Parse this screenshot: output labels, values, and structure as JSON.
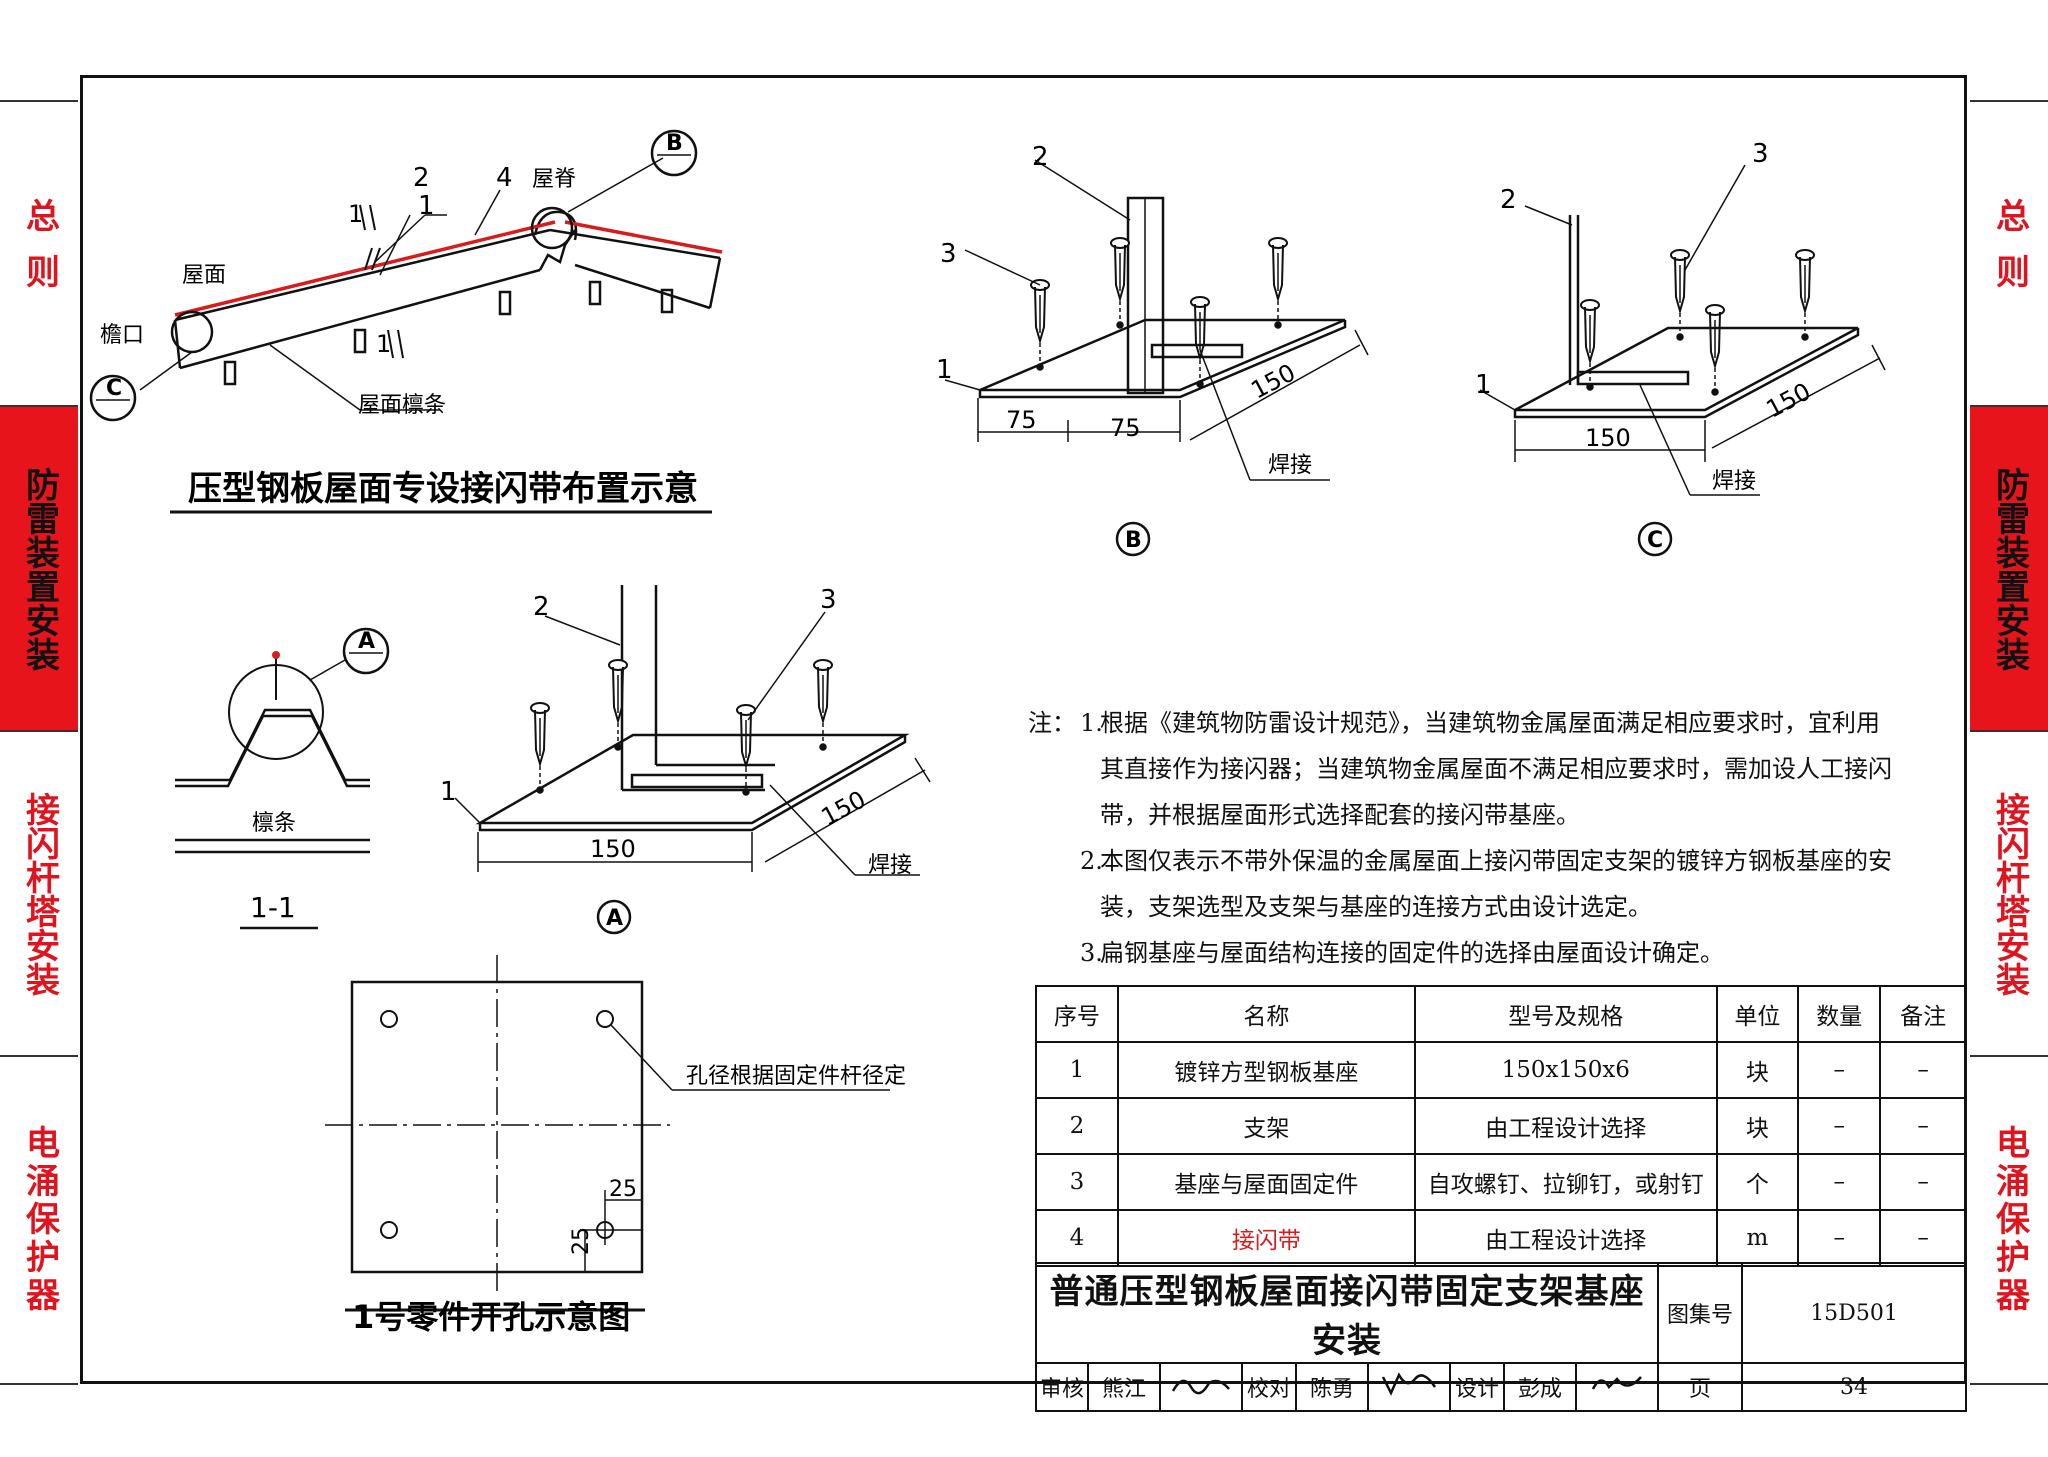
{
  "side_tabs": [
    {
      "label": "总则",
      "active": false
    },
    {
      "label": "防雷装置安装",
      "active": true
    },
    {
      "label": "接闪杆塔安装",
      "active": false
    },
    {
      "label": "电涌保护器",
      "active": false
    }
  ],
  "colors": {
    "accent_red": "#e8141c",
    "line": "#111111",
    "conductor_red": "#d81b1b"
  },
  "fig_roof": {
    "title": "压型钢板屋面专设接闪带布置示意",
    "labels": {
      "roof_surface": "屋面",
      "eave": "檐口",
      "ridge": "屋脊",
      "purlin": "屋面檩条",
      "n1": "1",
      "n2": "2",
      "n4": "4",
      "sec_top": "1",
      "sec_bottom": "1",
      "callout_b": "B",
      "callout_c": "C"
    }
  },
  "fig_b": {
    "caption": "B",
    "labels": {
      "n1": "1",
      "n2": "2",
      "n3": "3",
      "dim_a": "75",
      "dim_b": "75",
      "dim_c": "150",
      "weld": "焊接"
    }
  },
  "fig_c": {
    "caption": "C",
    "labels": {
      "n1": "1",
      "n2": "2",
      "n3": "3",
      "dim_a": "150",
      "dim_b": "150",
      "weld": "焊接"
    }
  },
  "fig_section": {
    "title": "1-1",
    "labels": {
      "purlin": "檩条",
      "callout_a": "A"
    }
  },
  "fig_a": {
    "caption": "A",
    "labels": {
      "n1": "1",
      "n2": "2",
      "n3": "3",
      "dim_a": "150",
      "dim_b": "150",
      "weld": "焊接"
    }
  },
  "fig_plate": {
    "title": "1号零件开孔示意图",
    "hole_note": "孔径根据固定件杆径定",
    "dim_h": "25",
    "dim_v": "25"
  },
  "notes": {
    "lead": "注：",
    "items": [
      {
        "num": "1.",
        "lines": [
          "根据《建筑物防雷设计规范》，当建筑物金属屋面满足相应要求时，宜利用",
          "其直接作为接闪器；当建筑物金属屋面不满足相应要求时，需加设人工接闪",
          "带，并根据屋面形式选择配套的接闪带基座。"
        ]
      },
      {
        "num": "2.",
        "lines": [
          "本图仅表示不带外保温的金属屋面上接闪带固定支架的镀锌方钢板基座的安",
          "装，支架选型及支架与基座的连接方式由设计选定。"
        ]
      },
      {
        "num": "3.",
        "lines": [
          "扁钢基座与屋面结构连接的固定件的选择由屋面设计确定。"
        ]
      }
    ]
  },
  "parts_table": {
    "headers": [
      "序号",
      "名称",
      "型号及规格",
      "单位",
      "数量",
      "备注"
    ],
    "rows": [
      [
        "1",
        "镀锌方型钢板基座",
        "150x150x6",
        "块",
        "–",
        "–"
      ],
      [
        "2",
        "支架",
        "由工程设计选择",
        "块",
        "–",
        "–"
      ],
      [
        "3",
        "基座与屋面固定件",
        "自攻螺钉、拉铆钉，或射钉",
        "个",
        "–",
        "–"
      ],
      [
        "4",
        "接闪带",
        "由工程设计选择",
        "m",
        "–",
        "–"
      ]
    ]
  },
  "title_block": {
    "title": "普通压型钢板屋面接闪带固定支架基座安装",
    "atlas_label": "图集号",
    "atlas_no": "15D501",
    "review_label": "审核",
    "reviewer": "熊江",
    "check_label": "校对",
    "checker": "陈勇",
    "design_label": "设计",
    "designer": "彭成",
    "page_label": "页",
    "page_no": "34"
  }
}
